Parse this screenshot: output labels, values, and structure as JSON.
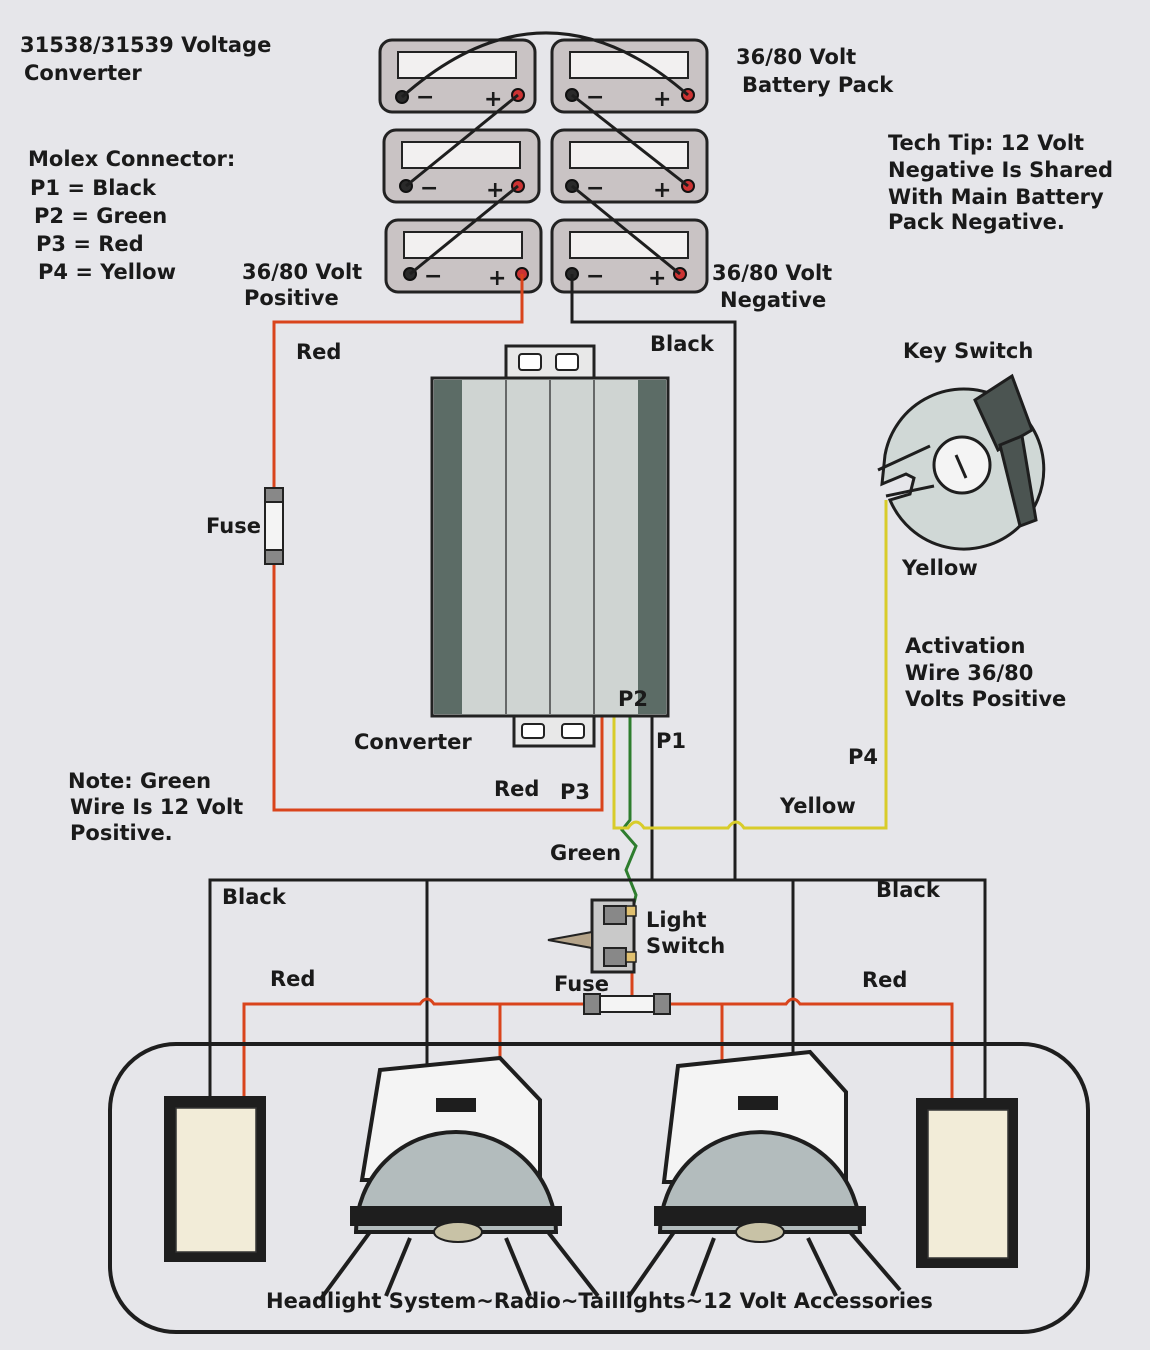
{
  "title": {
    "line1": "31538/31539 Voltage",
    "line2": "Converter"
  },
  "battery_pack": {
    "line1": "36/80 Volt",
    "line2": "Battery Pack"
  },
  "tech_tip": {
    "line1": "Tech Tip: 12 Volt",
    "line2": "Negative Is Shared",
    "line3": "With Main Battery",
    "line4": "Pack Negative."
  },
  "molex": {
    "title": "Molex Connector:",
    "p1": "P1 = Black",
    "p2": "P2 = Green",
    "p3": "P3 = Red",
    "p4": "P4 = Yellow"
  },
  "positive_label": {
    "line1": "36/80 Volt",
    "line2": "Positive"
  },
  "negative_label": {
    "line1": "36/80 Volt",
    "line2": "Negative"
  },
  "battery_terminals": {
    "minus": "−",
    "plus": "+"
  },
  "wires": {
    "red_top": "Red",
    "black_top": "Black",
    "fuse_left": "Fuse",
    "red_p3": "Red",
    "p3": "P3",
    "p2": "P2",
    "p1": "P1",
    "p4": "P4",
    "yellow_bottom": "Yellow",
    "yellow_key": "Yellow",
    "green": "Green",
    "black_left": "Black",
    "black_right": "Black",
    "red_left": "Red",
    "red_right": "Red",
    "fuse_bottom": "Fuse"
  },
  "converter_label": "Converter",
  "key_switch": "Key Switch",
  "activation": {
    "line1": "Activation",
    "line2": "Wire 36/80",
    "line3": "Volts Positive"
  },
  "note": {
    "line1": "Note: Green",
    "line2": "Wire Is 12 Volt",
    "line3": "Positive."
  },
  "light_switch": {
    "line1": "Light",
    "line2": "Switch"
  },
  "accessories": "Headlight System~Radio~Taillights~12 Volt Accessories",
  "colors": {
    "red_wire": "#d9441c",
    "black_wire": "#1e1e1e",
    "green_wire": "#2e7d2e",
    "yellow_wire": "#d8cc2a",
    "battery_fill": "#c9c3c4",
    "converter_fill": "#cfd4d2",
    "converter_stripe": "#5c6c66",
    "lamp_fill": "#b3bcbd",
    "box_fill": "#f2ecd8"
  }
}
